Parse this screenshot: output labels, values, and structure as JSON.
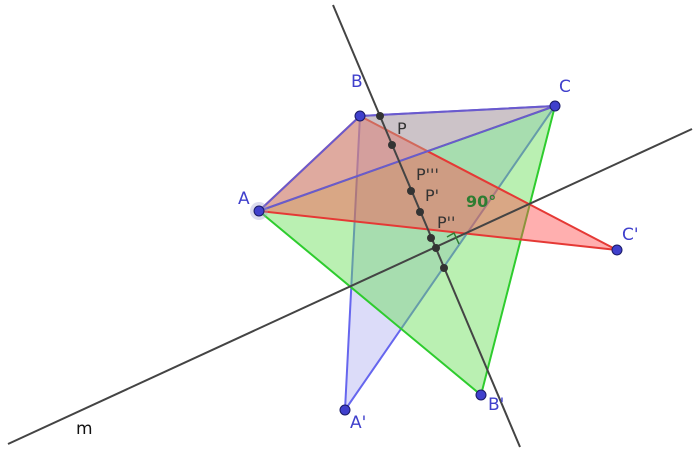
{
  "colors": {
    "background": "#ffffff",
    "line": "#444444",
    "triangle_brown_fill": "#b8a38c",
    "triangle_brown_stroke": "#6a5acd",
    "triangle_red_fill": "#ff4d4d",
    "triangle_red_stroke": "#e53935",
    "triangle_green_fill": "#66dd55",
    "triangle_green_stroke": "#2ecc2e",
    "triangle_blue_fill": "#9a9aee",
    "triangle_blue_stroke": "#6666ee",
    "vertex_point": "#4040cc",
    "point_label": "#4040cc",
    "intersection_point": "#333333",
    "intersection_label": "#333333",
    "angle_label": "#2e7d32"
  },
  "labels": {
    "A": "A",
    "B": "B",
    "C": "C",
    "A_prime": "A'",
    "B_prime": "B'",
    "C_prime": "C'",
    "P": "P",
    "P_prime": "P'",
    "P_double_prime": "P''",
    "P_triple_prime": "P'''",
    "line_m": "m",
    "angle": "90°"
  }
}
